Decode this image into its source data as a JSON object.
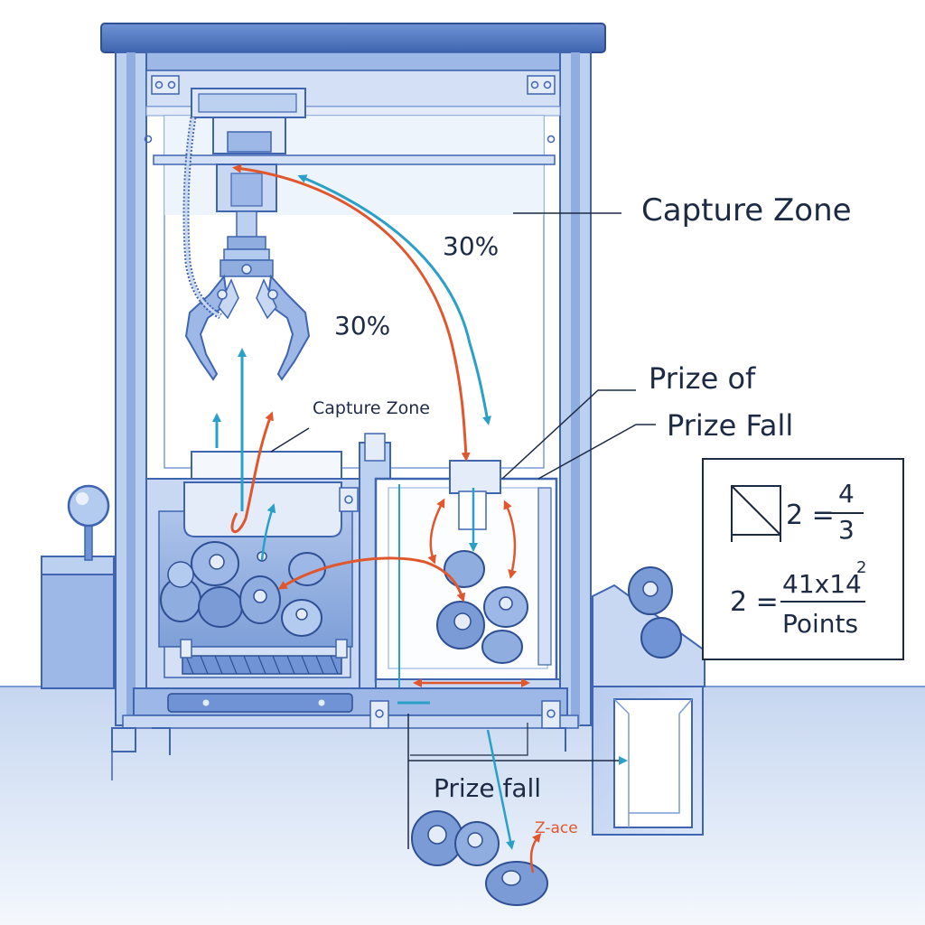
{
  "labels": {
    "capture_zone_main": "Capture Zone",
    "capture_zone_small": "Capture Zone",
    "percent_upper": "30%",
    "percent_lower": "30%",
    "prize_of": "Prize of",
    "prize_fall_right": "Prize Fall",
    "prize_fall_bottom": "Prize fall",
    "z_ace": "Z-ace"
  },
  "formula_box": {
    "eq1_lhs": "2 =",
    "eq1_num": "4",
    "eq1_den": "3",
    "eq2_lhs": "2 =",
    "eq2_num": "41x14",
    "eq2_exp": "2",
    "eq2_den": "Points"
  },
  "colors": {
    "frame_dark": "#3f65b0",
    "frame_mid": "#7b9bd6",
    "frame_light": "#c9d8f2",
    "fill_pale": "#e6eefa",
    "arrow_red": "#e0572e",
    "arrow_cyan": "#2aa0c8",
    "text": "#1d2a44"
  },
  "icons": [
    "claw-icon",
    "joystick-icon",
    "prize-ball-icon"
  ]
}
